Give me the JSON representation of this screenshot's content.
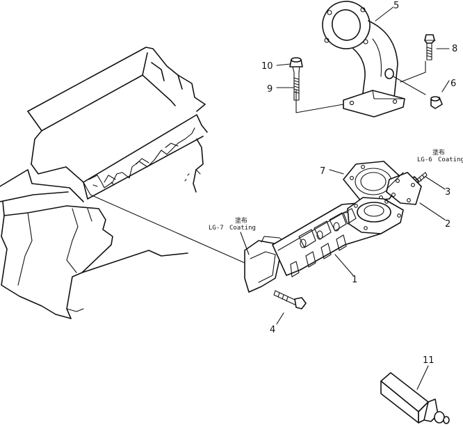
{
  "callouts": {
    "c1": "1",
    "c2": "2",
    "c3": "3",
    "c4": "4",
    "c5": "5",
    "c6": "6",
    "c7": "7",
    "c8": "8",
    "c9": "9",
    "c10": "10",
    "c11": "11"
  },
  "notes": {
    "lg6_code": "LG-6",
    "lg6_text": "Coating",
    "lg6_jp": "塗布",
    "lg7_code": "LG-7",
    "lg7_text": "Coating",
    "lg7_jp": "塗布"
  }
}
